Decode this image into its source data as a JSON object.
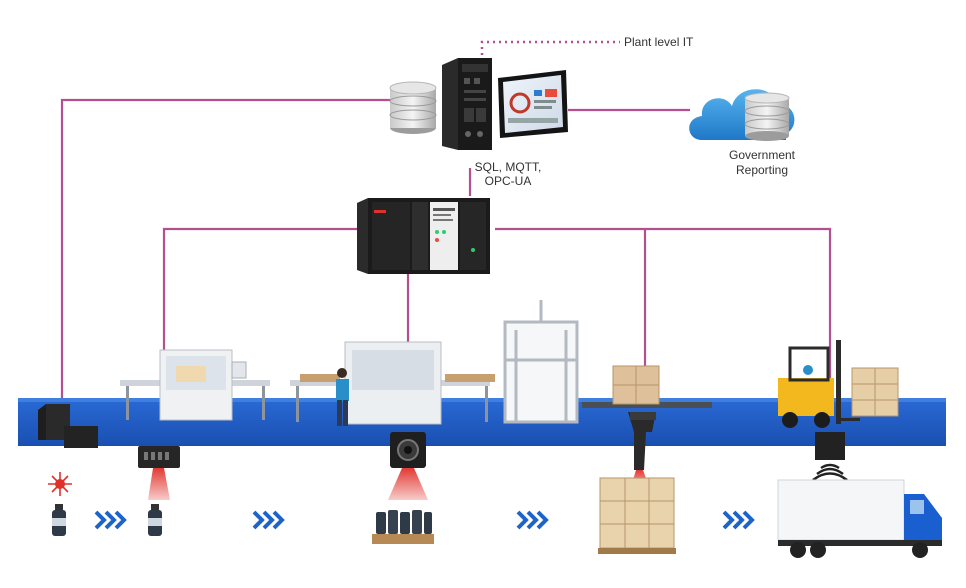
{
  "labels": {
    "plant_it": "Plant level IT",
    "protocols_line1": "SQL, MQTT,",
    "protocols_line2": "OPC-UA",
    "gov_line1": "Government",
    "gov_line2": "Reporting"
  },
  "colors": {
    "link_line": "#b4508f",
    "conveyor_belt": "#1f5ec9",
    "arrow_chevron": "#1e64c8",
    "laser": "#e0302a",
    "truck_cab": "#1a5fd0",
    "cloud": "#2b8fd6",
    "pallet_box": "#e6cfa6"
  },
  "icons": [
    "database-icon",
    "industrial-pc-icon",
    "hmi-panel-icon",
    "cloud-database-icon",
    "plc-controller-icon",
    "laser-marker-icon",
    "barcode-reader-icon",
    "vision-camera-icon",
    "handheld-scanner-icon",
    "rfid-reader-icon",
    "bottle-icon",
    "bottle-tray-icon",
    "pallet-icon",
    "forklift-icon",
    "truck-icon",
    "chevron-right-icon"
  ]
}
